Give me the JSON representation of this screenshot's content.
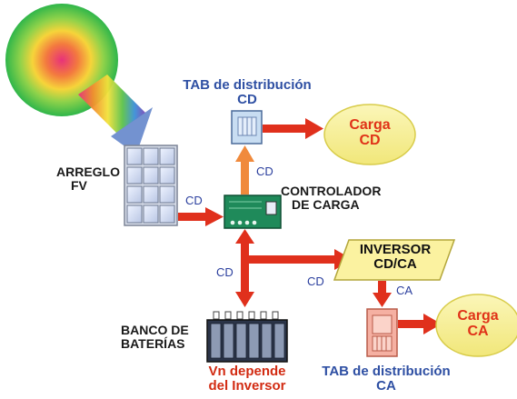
{
  "sun": {
    "label": ""
  },
  "pv_array": {
    "label_line1": "ARREGLO",
    "label_line2": "FV"
  },
  "dc_panel": {
    "label_line1": "TAB de distribución",
    "label_line2": "CD"
  },
  "dc_load": {
    "label_line1": "Carga",
    "label_line2": "CD"
  },
  "controller": {
    "label_line1": "CONTROLADOR",
    "label_line2": "DE CARGA"
  },
  "inverter": {
    "label_line1": "INVERSOR",
    "label_line2": "CD/CA"
  },
  "battery": {
    "label_line1": "BANCO DE",
    "label_line2": "BATERÍAS"
  },
  "battery_note": {
    "line1": "Vn depende",
    "line2": "del Inversor"
  },
  "ac_panel": {
    "label_line1": "TAB de distribución",
    "label_line2": "CA"
  },
  "ac_load": {
    "label_line1": "Carga",
    "label_line2": "CA"
  },
  "flow_labels": {
    "pv_to_controller": "CD",
    "controller_to_panel": "CD",
    "battery_line": "CD",
    "to_inverter": "CD",
    "inverter_to_panel": "CA"
  },
  "colors": {
    "arrow_red": "#e0301c",
    "arrow_orange": "#f08a3c",
    "load_fill": "#f7f199",
    "inverter_fill": "#fbf2a0",
    "dc_panel_fill": "#c8ddf2",
    "ac_panel_fill": "#f5b0a2",
    "controller_fill": "#1f8a5a",
    "text_blue": "#2e4fa3",
    "text_red": "#d22b12"
  }
}
